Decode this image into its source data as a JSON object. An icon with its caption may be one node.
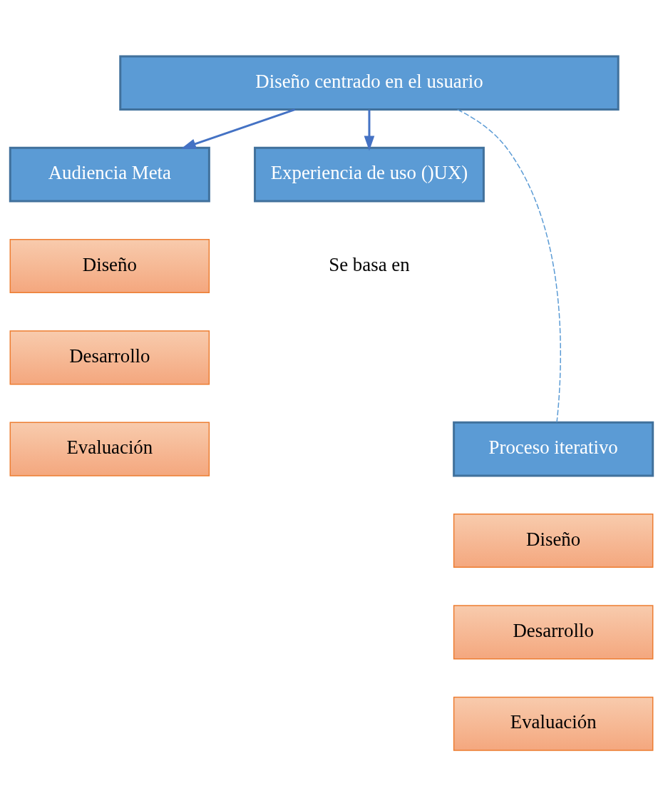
{
  "diagram": {
    "nodes": [
      {
        "text": [
          "Diseño centrado en el usuario"
        ]
      },
      {
        "text": [
          "Audiencia Meta"
        ]
      },
      {
        "text": [
          "Experiencia de uso ()UX)"
        ]
      },
      {
        "text": [
          "Diseño"
        ]
      },
      {
        "text": [
          "Desarrollo"
        ]
      },
      {
        "text": [
          "Evaluación"
        ]
      },
      {
        "text": [
          "Proceso iterativo"
        ]
      },
      {
        "text": [
          "Diseño"
        ]
      },
      {
        "text": [
          "Desarrollo"
        ]
      },
      {
        "text": [
          "Evaluación"
        ]
      }
    ],
    "edges": [
      {
        "from": 0,
        "to": 1,
        "arrow": "to"
      },
      {
        "from": 0,
        "to": 6,
        "arrow": "none",
        "style": "dashed",
        "color": "#5b9bd5"
      },
      {
        "from": 0,
        "to": 2,
        "arrow": "to"
      }
    ],
    "labels": [
      "Se basa en"
    ]
  }
}
